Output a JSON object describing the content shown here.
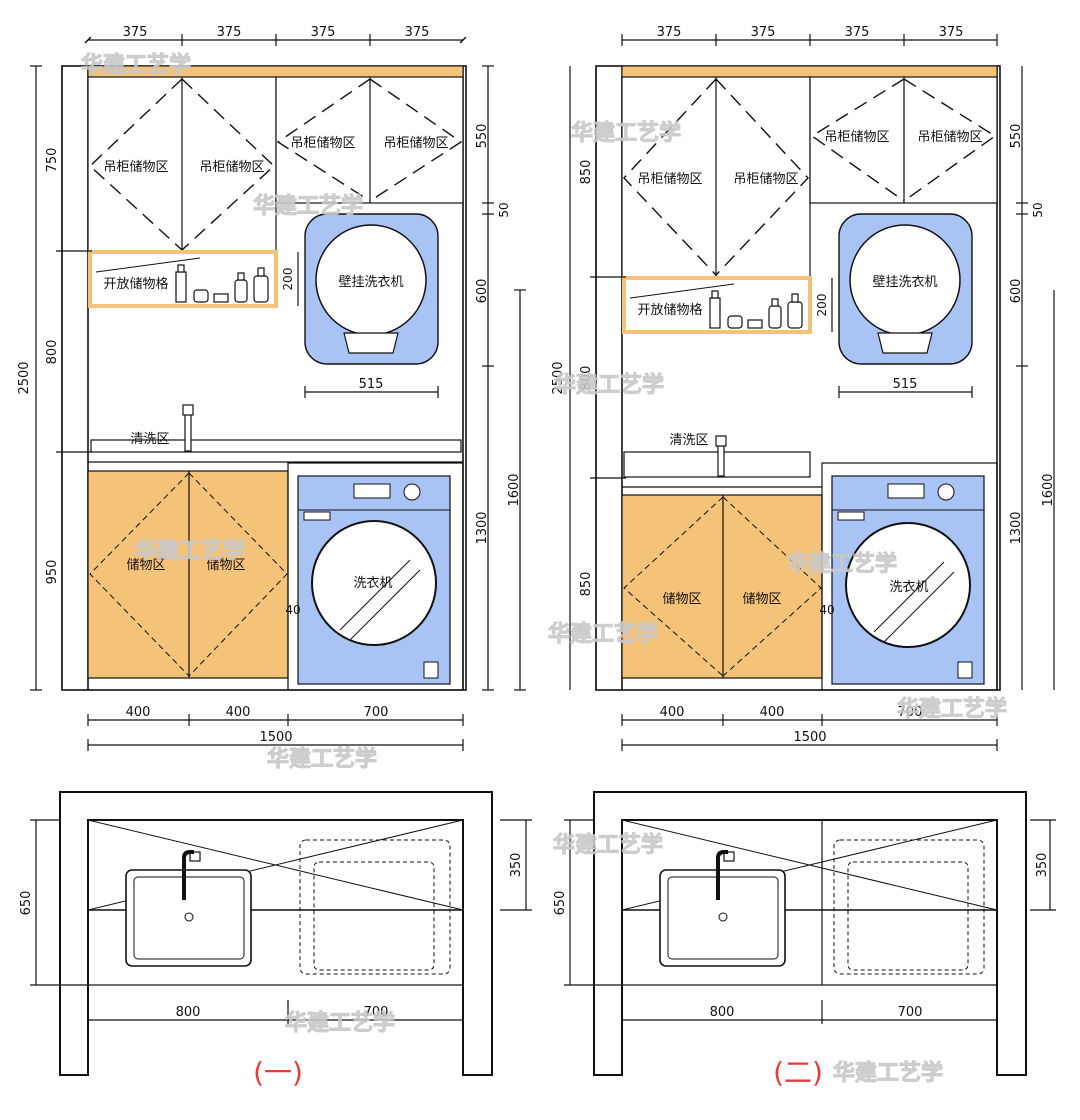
{
  "watermark": "华建工艺学",
  "elev": {
    "top_widths": [
      "375",
      "375",
      "375",
      "375"
    ],
    "bottom_widths": [
      "400",
      "400",
      "700"
    ],
    "total_width": "1500",
    "dim_40": "40",
    "dim_515": "515",
    "dim_200": "200",
    "dim_50": "50"
  },
  "elev1": {
    "left_total": "2500",
    "left_dims": [
      "750",
      "800",
      "950"
    ],
    "right_dims": [
      "550",
      "600",
      "1300"
    ],
    "right_outer": "1600"
  },
  "elev2": {
    "left_total": "2500",
    "left_dims": [
      "850",
      "800",
      "850"
    ],
    "right_dims": [
      "550",
      "600",
      "1300"
    ],
    "right_outer": "1600"
  },
  "labels": {
    "hanging_cab": "吊柜储物区",
    "open_shelf": "开放储物格",
    "wall_washer": "壁挂洗衣机",
    "wash_area": "清洗区",
    "storage": "储物区",
    "washer": "洗衣机"
  },
  "plan": {
    "depth": "650",
    "washer_depth": "350",
    "left_width": "800",
    "right_width": "700"
  },
  "captions": {
    "plan1": "(一)",
    "plan2": "(二)"
  },
  "colors": {
    "wood": "#f5c27a",
    "blue": "#a9c3f5",
    "caption_red": "#e63b3b",
    "line": "#111111"
  }
}
